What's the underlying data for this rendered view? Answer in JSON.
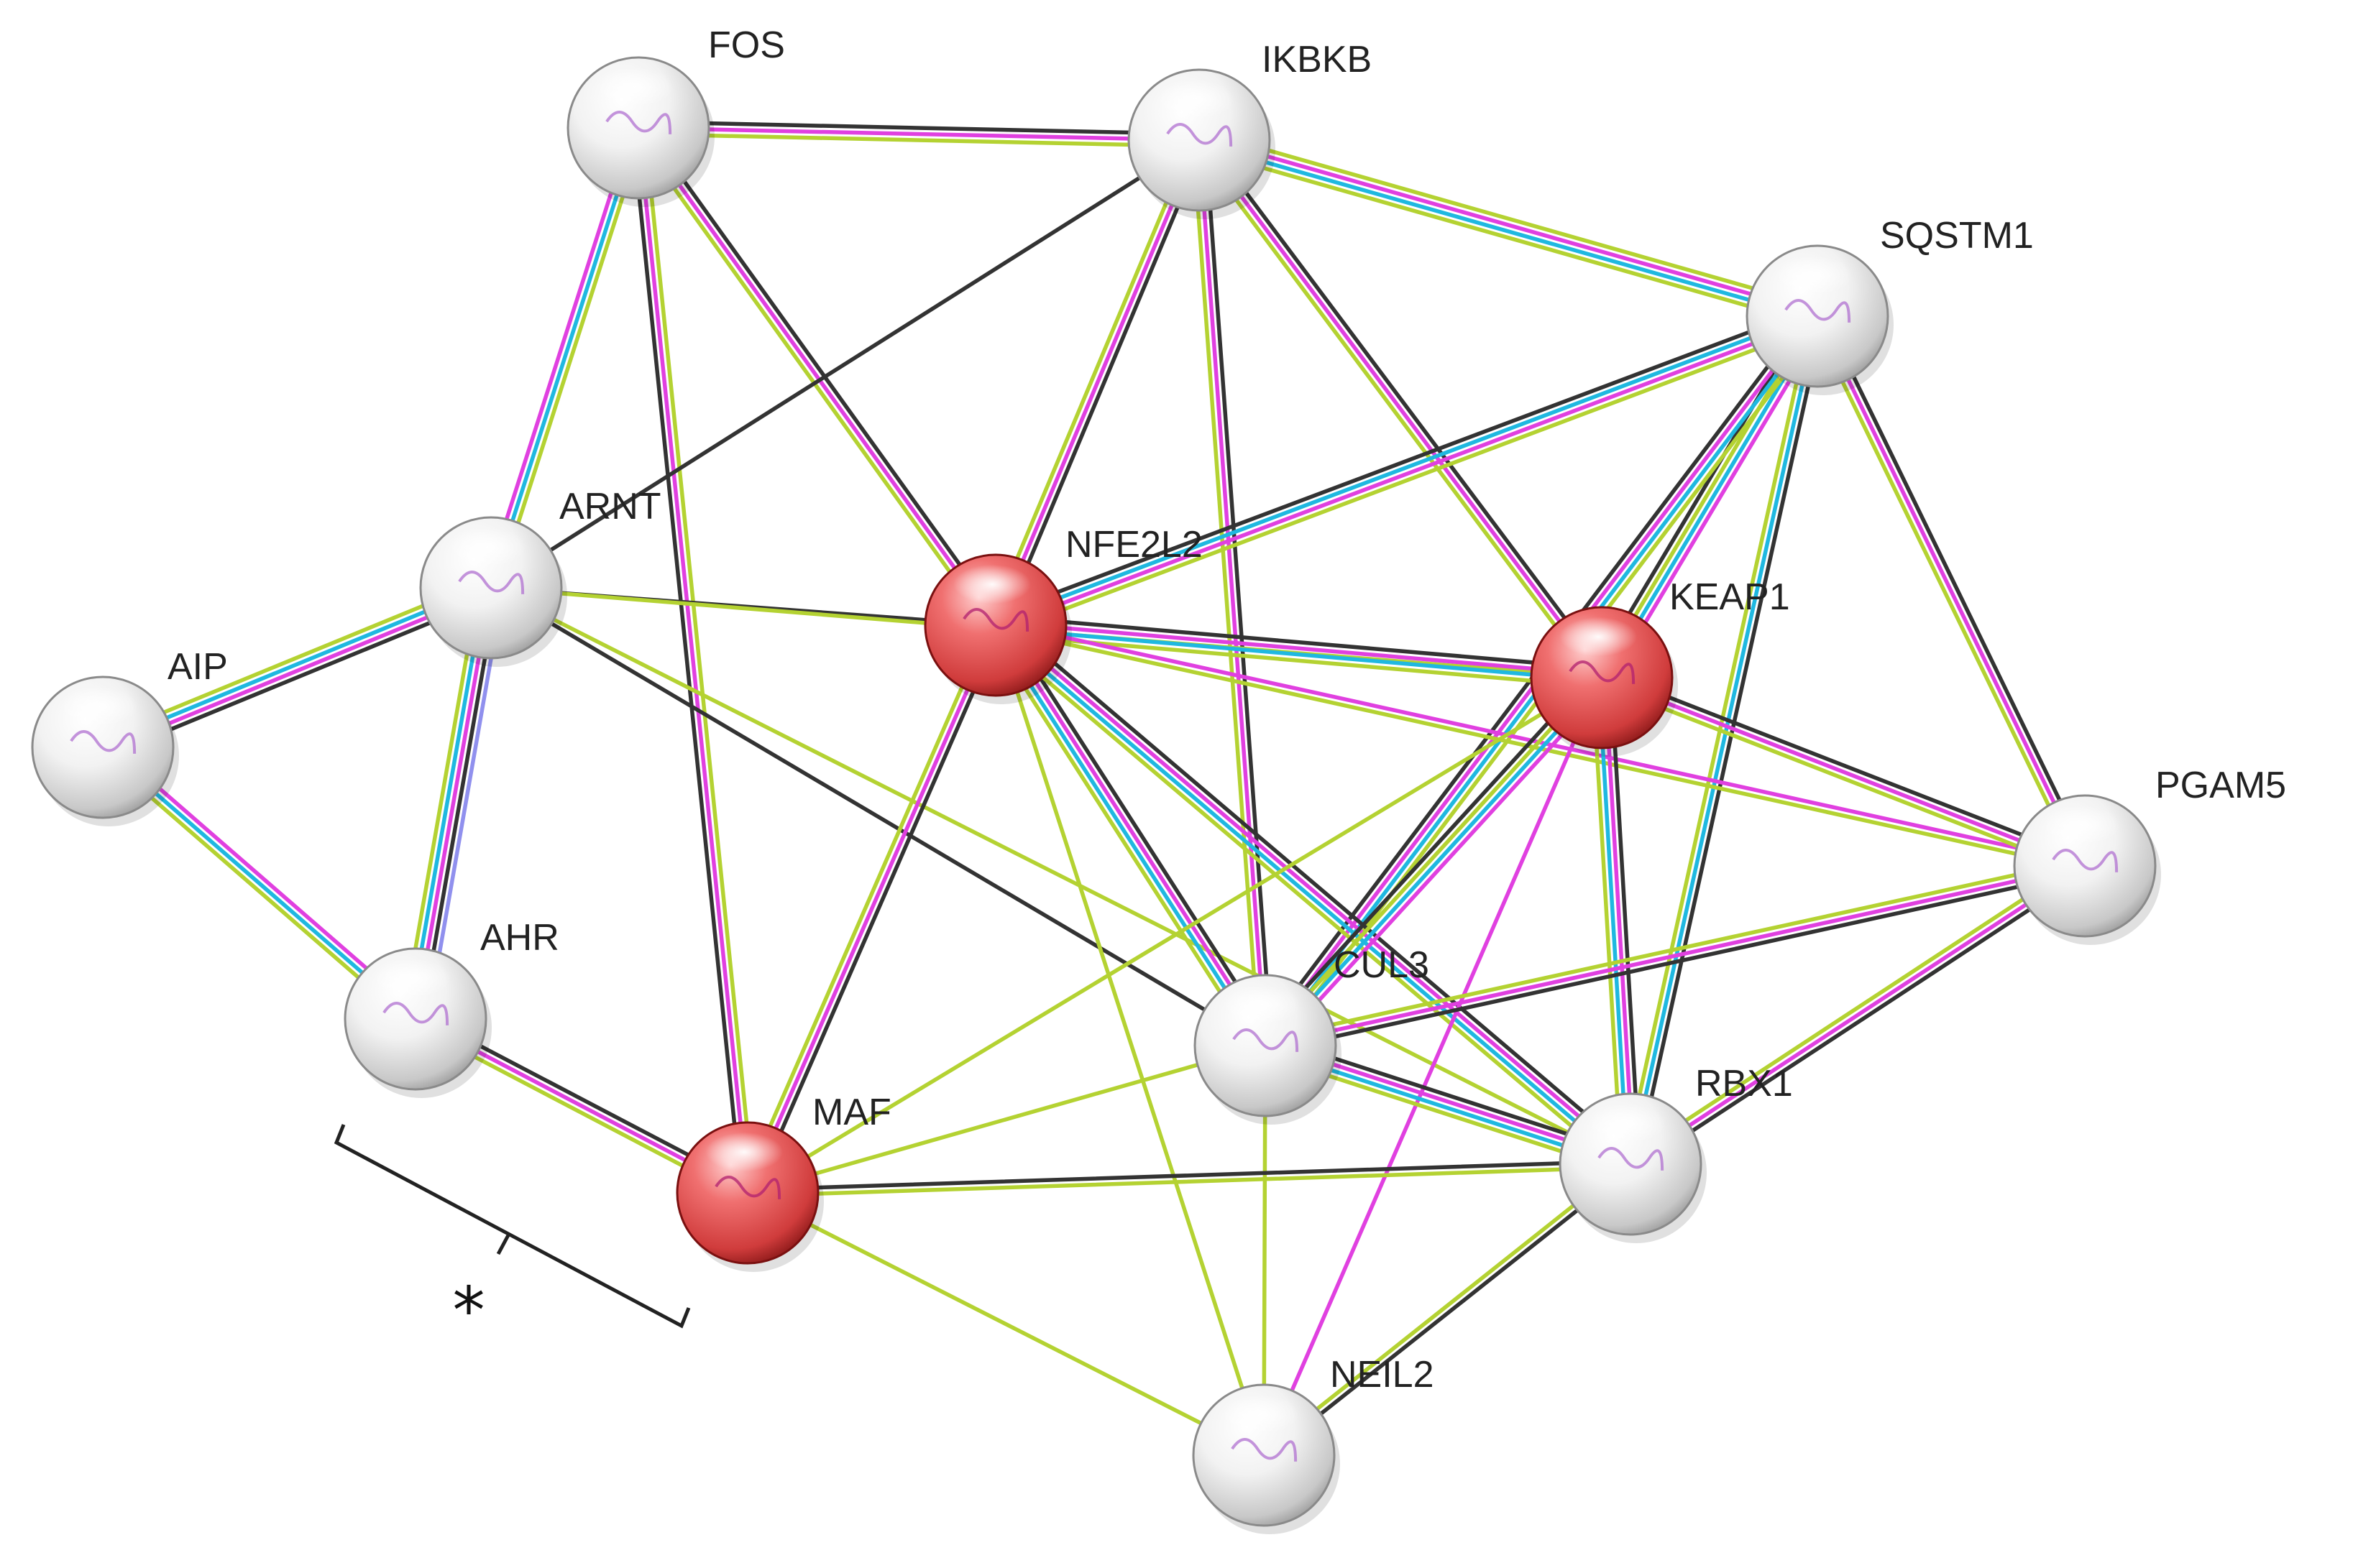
{
  "nodes": [
    {
      "id": "FOS",
      "label": "FOS",
      "color": "white"
    },
    {
      "id": "IKBKB",
      "label": "IKBKB",
      "color": "white"
    },
    {
      "id": "SQSTM1",
      "label": "SQSTM1",
      "color": "white"
    },
    {
      "id": "ARNT",
      "label": "ARNT",
      "color": "white"
    },
    {
      "id": "NFE2L2",
      "label": "NFE2L2",
      "color": "red"
    },
    {
      "id": "KEAP1",
      "label": "KEAP1",
      "color": "red"
    },
    {
      "id": "AIP",
      "label": "AIP",
      "color": "white"
    },
    {
      "id": "PGAM5",
      "label": "PGAM5",
      "color": "white"
    },
    {
      "id": "AHR",
      "label": "AHR",
      "color": "white"
    },
    {
      "id": "CUL3",
      "label": "CUL3",
      "color": "white"
    },
    {
      "id": "MAF",
      "label": "MAF",
      "color": "red"
    },
    {
      "id": "RBX1",
      "label": "RBX1",
      "color": "white"
    },
    {
      "id": "NEIL2",
      "label": "NEIL2",
      "color": "white"
    }
  ],
  "edge_colors": {
    "k": "#333333",
    "m": "#e040e0",
    "c": "#1fb8e0",
    "g": "#b4d232",
    "b": "#9090ee"
  },
  "edges": [
    {
      "from": "FOS",
      "to": "IKBKB",
      "types": "kmg"
    },
    {
      "from": "FOS",
      "to": "ARNT",
      "types": "gcm"
    },
    {
      "from": "FOS",
      "to": "NFE2L2",
      "types": "kmg"
    },
    {
      "from": "FOS",
      "to": "MAF",
      "types": "gmk"
    },
    {
      "from": "IKBKB",
      "to": "SQSTM1",
      "types": "gmcg"
    },
    {
      "from": "IKBKB",
      "to": "ARNT",
      "types": "k"
    },
    {
      "from": "IKBKB",
      "to": "NFE2L2",
      "types": "kmg"
    },
    {
      "from": "IKBKB",
      "to": "KEAP1",
      "types": "kmg"
    },
    {
      "from": "IKBKB",
      "to": "CUL3",
      "types": "kmg"
    },
    {
      "from": "SQSTM1",
      "to": "NFE2L2",
      "types": "gmck"
    },
    {
      "from": "SQSTM1",
      "to": "KEAP1",
      "types": "mcgk"
    },
    {
      "from": "SQSTM1",
      "to": "PGAM5",
      "types": "kmg"
    },
    {
      "from": "SQSTM1",
      "to": "CUL3",
      "types": "gcmk"
    },
    {
      "from": "SQSTM1",
      "to": "RBX1",
      "types": "kcg"
    },
    {
      "from": "ARNT",
      "to": "AIP",
      "types": "kmcg"
    },
    {
      "from": "ARNT",
      "to": "AHR",
      "types": "bkmcg"
    },
    {
      "from": "ARNT",
      "to": "NFE2L2",
      "types": "k"
    },
    {
      "from": "ARNT",
      "to": "KEAP1",
      "types": "g"
    },
    {
      "from": "ARNT",
      "to": "CUL3",
      "types": "k"
    },
    {
      "from": "ARNT",
      "to": "RBX1",
      "types": "g"
    },
    {
      "from": "AIP",
      "to": "AHR",
      "types": "mcg"
    },
    {
      "from": "AHR",
      "to": "MAF",
      "types": "kmg"
    },
    {
      "from": "NFE2L2",
      "to": "KEAP1",
      "types": "kmcg"
    },
    {
      "from": "NFE2L2",
      "to": "MAF",
      "types": "kmg"
    },
    {
      "from": "NFE2L2",
      "to": "CUL3",
      "types": "kmcg"
    },
    {
      "from": "NFE2L2",
      "to": "RBX1",
      "types": "kmcg"
    },
    {
      "from": "NFE2L2",
      "to": "PGAM5",
      "types": "mg"
    },
    {
      "from": "NFE2L2",
      "to": "NEIL2",
      "types": "g"
    },
    {
      "from": "KEAP1",
      "to": "CUL3",
      "types": "mcgk"
    },
    {
      "from": "KEAP1",
      "to": "RBX1",
      "types": "kmcg"
    },
    {
      "from": "KEAP1",
      "to": "PGAM5",
      "types": "kmg"
    },
    {
      "from": "KEAP1",
      "to": "MAF",
      "types": "g"
    },
    {
      "from": "KEAP1",
      "to": "NEIL2",
      "types": "m"
    },
    {
      "from": "PGAM5",
      "to": "CUL3",
      "types": "kmg"
    },
    {
      "from": "PGAM5",
      "to": "RBX1",
      "types": "kmg"
    },
    {
      "from": "CUL3",
      "to": "RBX1",
      "types": "kmcg"
    },
    {
      "from": "CUL3",
      "to": "NEIL2",
      "types": "g"
    },
    {
      "from": "MAF",
      "to": "RBX1",
      "types": "kg"
    },
    {
      "from": "MAF",
      "to": "CUL3",
      "types": "g"
    },
    {
      "from": "MAF",
      "to": "NEIL2",
      "types": "g"
    },
    {
      "from": "RBX1",
      "to": "NEIL2",
      "types": "kg"
    }
  ],
  "bracket_note": "*"
}
